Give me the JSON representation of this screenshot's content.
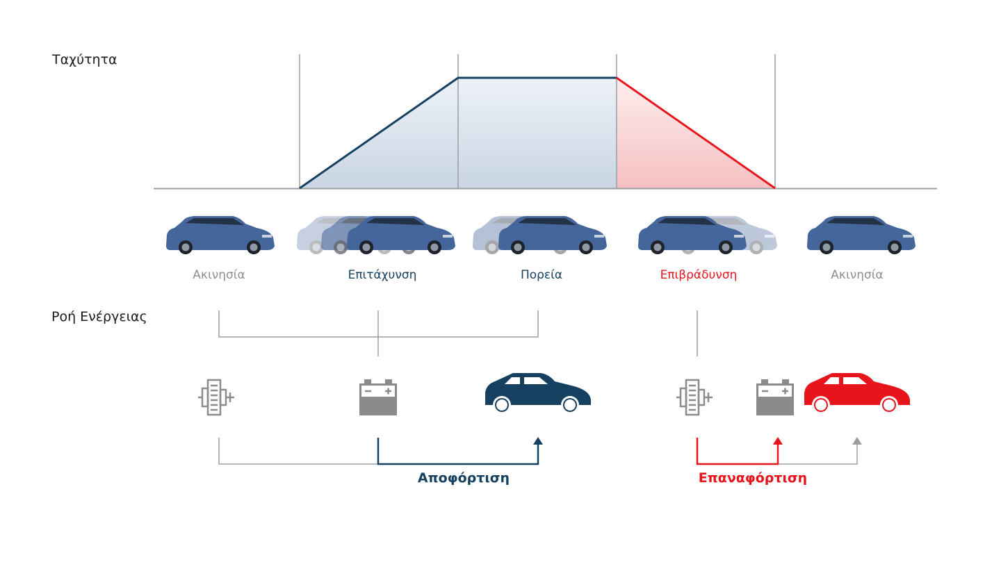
{
  "labels": {
    "speed_axis": "Ταχύτητα",
    "energy_flow": "Ροή Ενέργειας",
    "discharge": "Αποφόρτιση",
    "recharge": "Επαναφόρτιση"
  },
  "phases": [
    {
      "label": "Ακινησία",
      "state": "idle"
    },
    {
      "label": "Επιτάχυνση",
      "state": "accelerate"
    },
    {
      "label": "Πορεία",
      "state": "cruise"
    },
    {
      "label": "Επιβράδυνση",
      "state": "decelerate"
    },
    {
      "label": "Ακινησία",
      "state": "idle"
    }
  ],
  "speed_profile": {
    "levels": [
      0,
      0,
      1,
      1,
      0,
      0
    ]
  },
  "icons": {
    "motor": "electric-motor-icon",
    "battery": "battery-icon",
    "car": "car-silhouette-icon"
  },
  "colors": {
    "navy": "#16405f",
    "red": "#e8141c",
    "gray_text": "#8a8f94",
    "line_gray": "#9a9ea3",
    "car_blue": "#45669a",
    "icon_gray": "#8b8b8b"
  }
}
